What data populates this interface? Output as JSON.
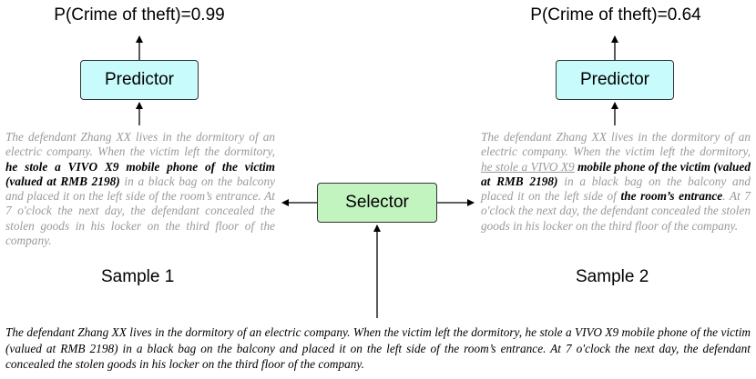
{
  "left": {
    "probability": "P(Crime of theft)=0.99",
    "predictor_label": "Predictor",
    "sample_label": "Sample 1",
    "passage": {
      "before": "The defendant Zhang XX lives in the dormitory of an electric company. When the victim left the dormitory,",
      "highlight": "he stole a VIVO X9 mobile phone of the victim (valued at RMB 2198)",
      "after": "in a black bag on the balcony and placed it on the left side of the room’s entrance. At 7 o'clock the next day, the defendant concealed the stolen goods in his locker on the third floor of the company."
    }
  },
  "right": {
    "probability": "P(Crime of theft)=0.64",
    "predictor_label": "Predictor",
    "sample_label": "Sample 2",
    "passage": {
      "before": "The defendant Zhang XX lives in the dormitory of an electric company. When the victim left the dormitory,",
      "struck": "he stole a VIVO X9",
      "highlight1": "mobile phone of the victim (valued at RMB 2198)",
      "middle": "in a black bag on the balcony and placed it on the left side of",
      "highlight2": "the room’s entrance",
      "after": ". At 7 o'clock the next day, the defendant concealed the stolen goods in his locker on the third floor of the company."
    }
  },
  "selector_label": "Selector",
  "input_text": "The defendant Zhang XX lives in the dormitory of an electric company. When the victim left the dormitory, he stole a VIVO X9 mobile phone of the victim (valued at RMB 2198) in a black bag on the balcony and placed it on the left side of the room’s entrance. At 7 o'clock the next day, the defendant concealed the stolen goods in his locker on the third floor of the company."
}
